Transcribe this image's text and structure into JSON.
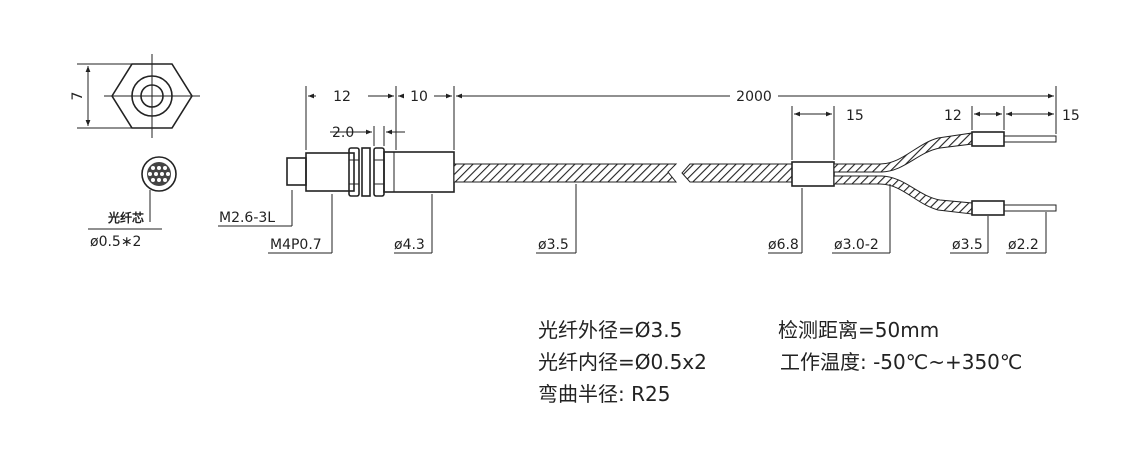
{
  "dimensions": {
    "hex_height": "7",
    "probe_len": "12",
    "body_len": "10",
    "total_len": "2000",
    "split_len": "15",
    "tube_len": "12",
    "end_len": "15",
    "nut_thk": "2.0",
    "thread_tip": "M2.6-3L",
    "thread_main": "M4P0.7",
    "body_dia": "ø4.3",
    "cable_dia": "ø3.5",
    "split_dia": "ø6.8",
    "branch_dia": "ø3.0-2",
    "tube_dia": "ø3.5",
    "end_dia": "ø2.2"
  },
  "core": {
    "label": "光纤芯",
    "size": "ø0.5∗2"
  },
  "specs": {
    "outer_dia": "光纤外径=Ø3.5",
    "inner_dia": "光纤内径=Ø0.5x2",
    "bend_radius": "弯曲半径:  R25",
    "distance": "检测距离=50mm",
    "temperature": "工作温度:  -50℃~+350℃"
  }
}
